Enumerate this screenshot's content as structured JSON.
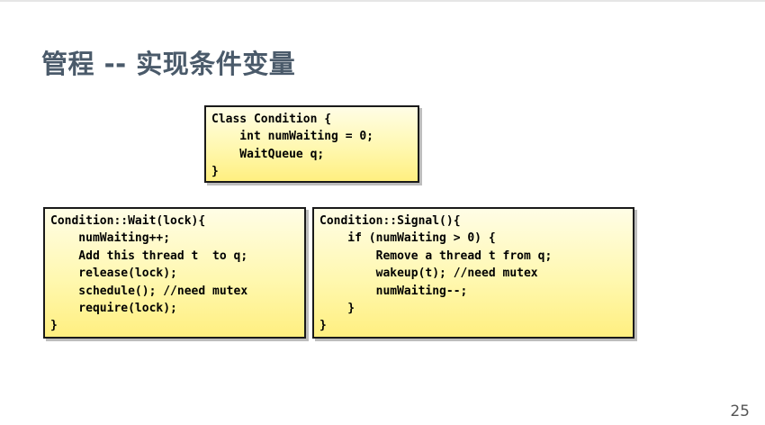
{
  "slide": {
    "title": "管程 -- 实现条件变量",
    "page_number": "25"
  },
  "code_blocks": {
    "class_def": {
      "lines": [
        "Class Condition {",
        "    int numWaiting = 0;",
        "    WaitQueue q;",
        "}"
      ]
    },
    "wait": {
      "lines": [
        "Condition::Wait(lock){",
        "    numWaiting++;",
        "    Add this thread t  to q;",
        "    release(lock);",
        "    schedule(); //need mutex",
        "    require(lock);",
        "}"
      ]
    },
    "signal": {
      "lines": [
        "Condition::Signal(){",
        "    if (numWaiting > 0) {",
        "        Remove a thread t from q;",
        "        wakeup(t); //need mutex",
        "        numWaiting--;",
        "    }",
        "}"
      ]
    }
  },
  "colors": {
    "title": "#4a5a6a",
    "box_fill": "#fff8b0",
    "box_border": "#1a1a1a"
  }
}
